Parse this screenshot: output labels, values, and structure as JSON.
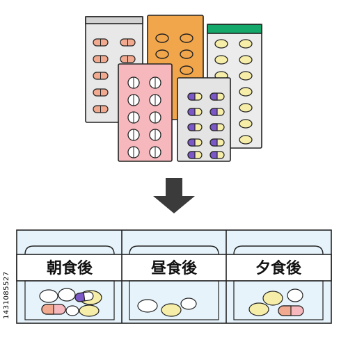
{
  "colors": {
    "outline": "#222222",
    "pack_left": "#e8e8e8",
    "pack_orange": "#f2a64b",
    "pack_right": "#ececec",
    "pack_right_top": "#14a86a",
    "pack_pink": "#f6b8bd",
    "pack_center": "#e4e4e4",
    "pill_salmon": "#f1a98f",
    "pill_yellow": "#f6eea8",
    "pill_purple": "#7b57c8",
    "pill_white": "#ffffff",
    "arrow": "#3b3b3b",
    "case_bg": "#e6f3fb"
  },
  "icons": {
    "arrow": "down-arrow-icon"
  },
  "organizer": {
    "compartments": [
      {
        "label": "朝食後"
      },
      {
        "label": "昼食後"
      },
      {
        "label": "夕食後"
      }
    ]
  },
  "stock_id": "1431085527"
}
